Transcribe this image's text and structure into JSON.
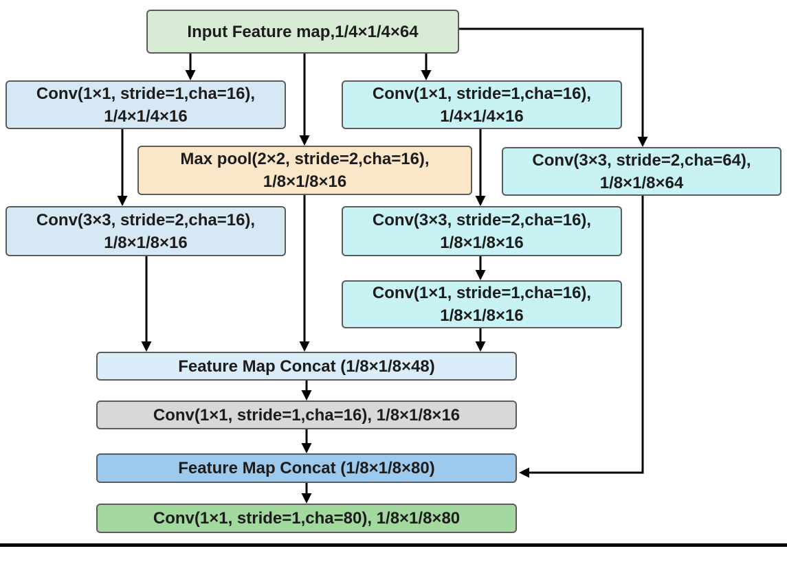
{
  "diagram": {
    "nodes": {
      "input": {
        "label": "Input Feature map,1/4×1/4×64"
      },
      "conv1_left": {
        "label": "Conv(1×1, stride=1,cha=16), 1/4×1/4×16"
      },
      "conv1_right": {
        "label": "Conv(1×1, stride=1,cha=16), 1/4×1/4×16"
      },
      "maxpool": {
        "label": "Max pool(2×2, stride=2,cha=16), 1/8×1/8×16"
      },
      "conv_branch4": {
        "label": "Conv(3×3, stride=2,cha=64), 1/8×1/8×64"
      },
      "conv2_left": {
        "label": "Conv(3×3, stride=2,cha=16), 1/8×1/8×16"
      },
      "conv2_right": {
        "label": "Conv(3×3, stride=2,cha=16), 1/8×1/8×16"
      },
      "conv3_right": {
        "label": "Conv(1×1, stride=1,cha=16), 1/8×1/8×16"
      },
      "concat48": {
        "label": "Feature Map Concat (1/8×1/8×48)"
      },
      "conv_mid": {
        "label": "Conv(1×1, stride=1,cha=16), 1/8×1/8×16"
      },
      "concat80": {
        "label": "Feature Map Concat (1/8×1/8×80)"
      },
      "conv_out": {
        "label": "Conv(1×1, stride=1,cha=80), 1/8×1/8×80"
      }
    },
    "edges": [
      "input -> conv1_left",
      "input -> maxpool",
      "input -> conv1_right",
      "input -> conv_branch4",
      "conv1_left -> conv2_left",
      "conv1_right -> conv2_right",
      "conv2_left -> concat48",
      "maxpool -> concat48",
      "conv2_right -> conv3_right",
      "conv3_right -> concat48",
      "concat48 -> conv_mid",
      "conv_mid -> concat80",
      "concat80 -> conv_out",
      "conv_branch4 -> concat80"
    ],
    "palette": {
      "input_green": "#d7ebd5",
      "branch_blue_light": "#d7e8f5",
      "branch_cyan": "#c8f2f4",
      "maxpool_orange": "#fce6c9",
      "concat48_blue_pale": "#d9ecf8",
      "conv_mid_gray": "#d8d8d8",
      "concat80_blue": "#9dc9ec",
      "output_green": "#a3d89e",
      "arrow_black": "#000000",
      "border_gray": "#5b5b5b"
    }
  }
}
